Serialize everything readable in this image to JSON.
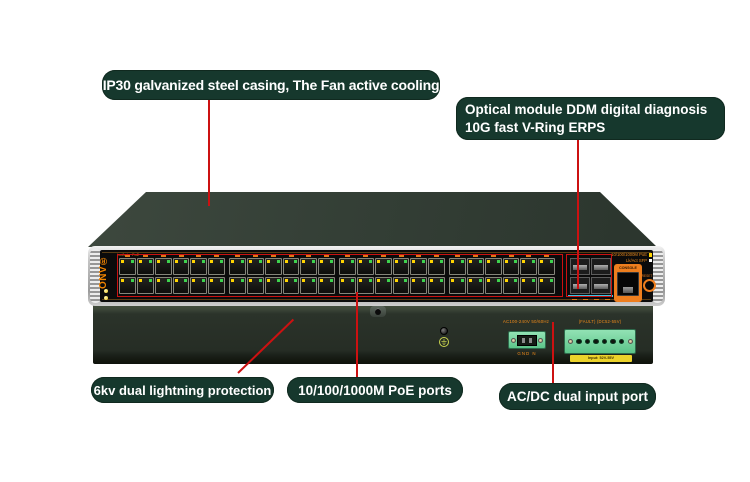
{
  "callouts": {
    "casing": "IP30 galvanized steel casing, The Fan active cooling",
    "optical_line1": "Optical module DDM digital diagnosis",
    "optical_line2": "10G fast V-Ring ERPS",
    "lightning": "6kv dual lightning protection",
    "poe": "10/100/1000M PoE ports",
    "power": "AC/DC dual input port"
  },
  "device": {
    "brand": "ONV®",
    "front": {
      "label_linkact": "Ln/Act",
      "label_poe": "PoE",
      "legend_row1": "10/100/1000M PoE",
      "legend_row2": "Lk/Act SFP",
      "console": "CONSOLE",
      "reset": "RESET",
      "rj45": {
        "groups": 4,
        "cols": 6,
        "rows": 2,
        "total": 48
      },
      "sfp": {
        "cols": 2,
        "rows": 2,
        "total": 4
      }
    },
    "rear": {
      "ac_label": "AC100-240V 50/60Hz",
      "dc_label": "(FAULT)   (DC52-55V)",
      "gnd_label": "GND N",
      "warn_label": "Input: 52V-55V",
      "dc_pins": 6
    }
  },
  "colors": {
    "bubble_green": "#16382d",
    "line_red": "#cc1111",
    "brand_orange": "#f08300",
    "led_yellow": "#ffd400",
    "led_green": "#3ed24e",
    "terminal_green": "#7bd8a4",
    "sfp_cyan": "#3ac4e4",
    "warn_yellow": "#ecd32b"
  }
}
